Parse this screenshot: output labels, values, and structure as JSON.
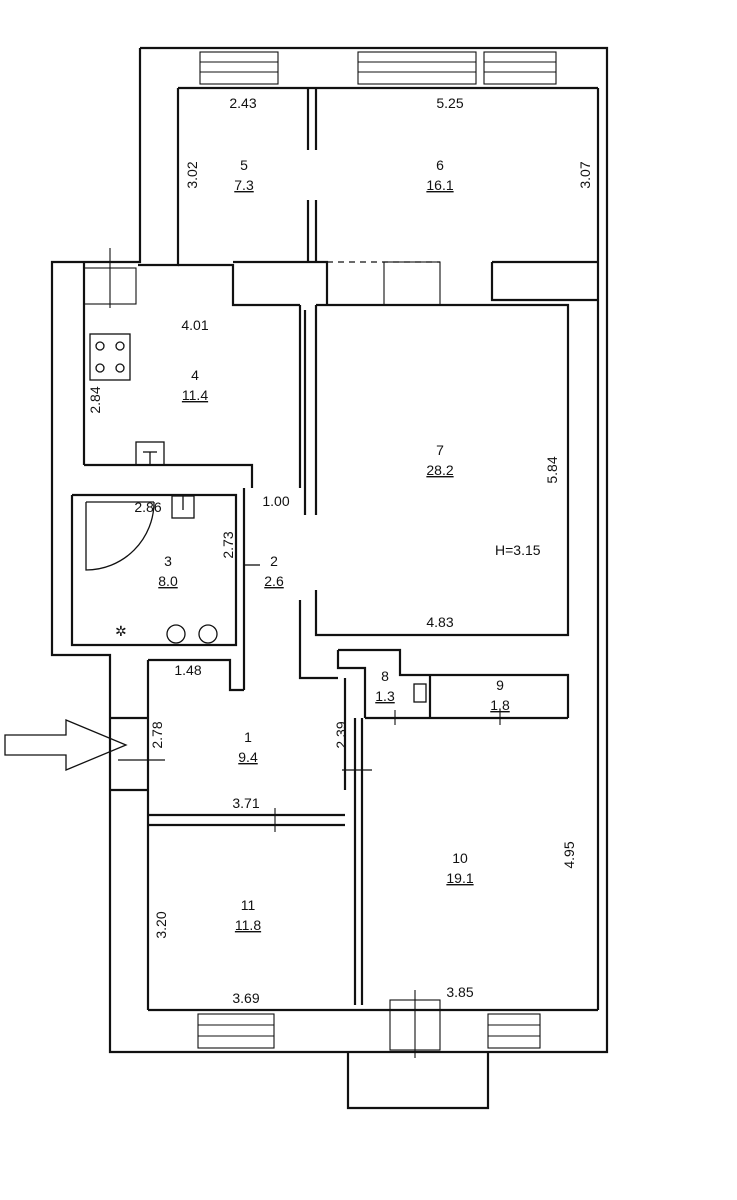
{
  "rooms": [
    {
      "id": "r5",
      "number": "5",
      "area": "7.3"
    },
    {
      "id": "r6",
      "number": "6",
      "area": "16.1"
    },
    {
      "id": "r4",
      "number": "4",
      "area": "11.4"
    },
    {
      "id": "r7",
      "number": "7",
      "area": "28.2"
    },
    {
      "id": "r3",
      "number": "3",
      "area": "8.0"
    },
    {
      "id": "r2",
      "number": "2",
      "area": "2.6"
    },
    {
      "id": "r8",
      "number": "8",
      "area": "1.3"
    },
    {
      "id": "r9",
      "number": "9",
      "area": "1.8"
    },
    {
      "id": "r1",
      "number": "1",
      "area": "9.4"
    },
    {
      "id": "r10",
      "number": "10",
      "area": "19.1"
    },
    {
      "id": "r11",
      "number": "11",
      "area": "11.8"
    }
  ],
  "dimensions": {
    "r5_width": "2.43",
    "r6_width": "5.25",
    "r5_height": "3.02",
    "r6_height": "3.07",
    "r4_width": "4.01",
    "r4_height": "2.84",
    "r7_height": "5.84",
    "r7_width": "4.83",
    "ceiling_height": "H=3.15",
    "r3_width": "2.86",
    "r3_height": "2.73",
    "r2_width": "1.00",
    "r1_top": "1.48",
    "r1_height": "2.78",
    "r1_side": "2.39",
    "r1_width": "3.71",
    "r11_height": "3.20",
    "r11_width": "3.69",
    "r10_height": "4.95",
    "r10_width": "3.85"
  }
}
